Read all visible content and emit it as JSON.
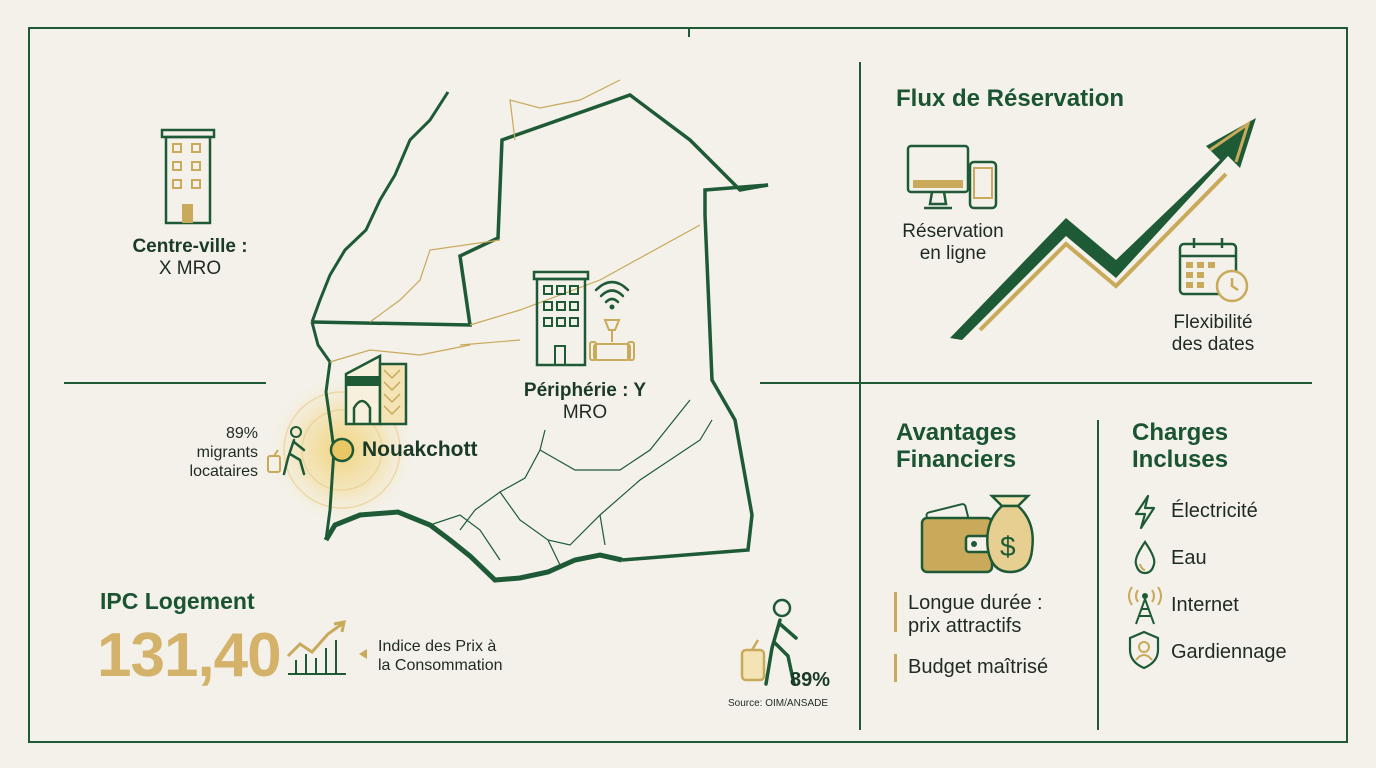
{
  "map": {
    "centre_ville": {
      "line1": "Centre-ville :",
      "line2": "X MRO"
    },
    "peripherie": {
      "line1": "Périphérie : Y",
      "line2": "MRO"
    },
    "city": "Nouakchott",
    "migrants": {
      "percent": "89%",
      "line1": "migrants",
      "line2": "locataires"
    },
    "big_percent": "89%",
    "source": "Source: OIM/ANSADE"
  },
  "ipc": {
    "title": "IPC Logement",
    "value": "131,40",
    "desc_line1": "Indice des Prix à",
    "desc_line2": "la Consommation"
  },
  "flux": {
    "title": "Flux de Réservation",
    "online_line1": "Réservation",
    "online_line2": "en ligne",
    "flex_line1": "Flexibilité",
    "flex_line2": "des dates"
  },
  "avantages": {
    "title_line1": "Avantages",
    "title_line2": "Financiers",
    "item1_line1": "Longue durée :",
    "item1_line2": "prix attractifs",
    "item2": "Budget maîtrisé"
  },
  "charges": {
    "title_line1": "Charges",
    "title_line2": "Incluses",
    "items": [
      "Électricité",
      "Eau",
      "Internet",
      "Gardiennage"
    ]
  },
  "colors": {
    "green": "#1e5a36",
    "gold": "#c9a95a",
    "background": "#f3f1ea"
  }
}
